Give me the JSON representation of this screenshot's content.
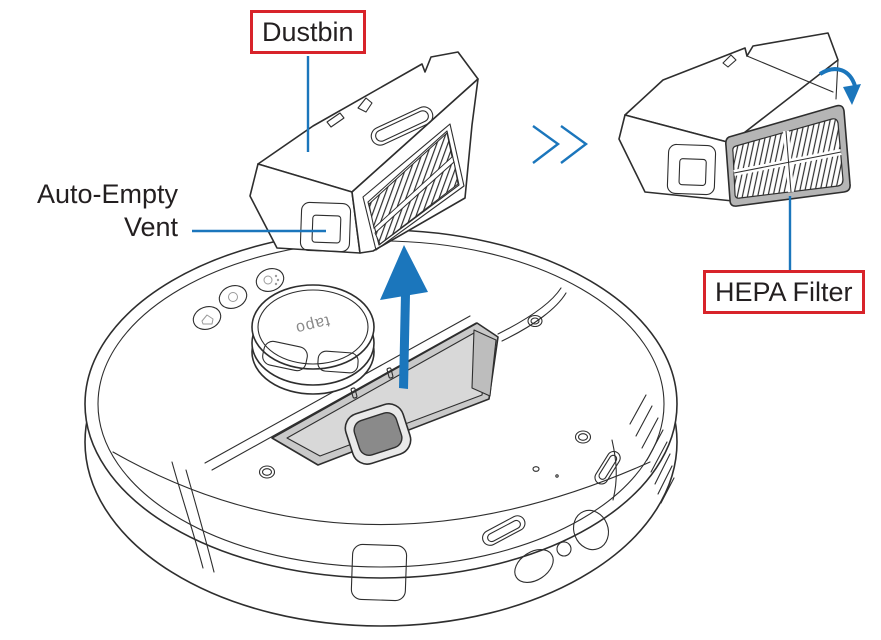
{
  "figure": {
    "callouts": {
      "dustbin": "Dustbin",
      "auto_empty_vent": {
        "line1": "Auto-Empty",
        "line2": "Vent"
      },
      "hepa_filter": "HEPA Filter"
    },
    "device_logo": "tapo",
    "colors": {
      "callout_border_red": "#d8232a",
      "annotation_blue": "#1b76bc",
      "line_art": "#2e2e2e",
      "label_text": "#231f20"
    }
  }
}
